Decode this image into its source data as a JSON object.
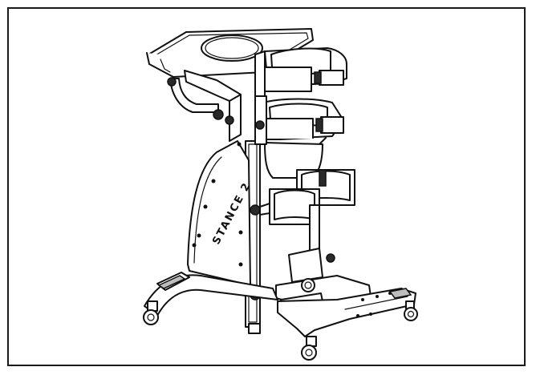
{
  "product_label": "STANCE 2",
  "figure": {
    "subject": "standing-frame-illustration",
    "style": "line-art",
    "colors": {
      "stroke": "#111111",
      "background": "#ffffff",
      "frame_border": "#1a1a1a"
    }
  }
}
